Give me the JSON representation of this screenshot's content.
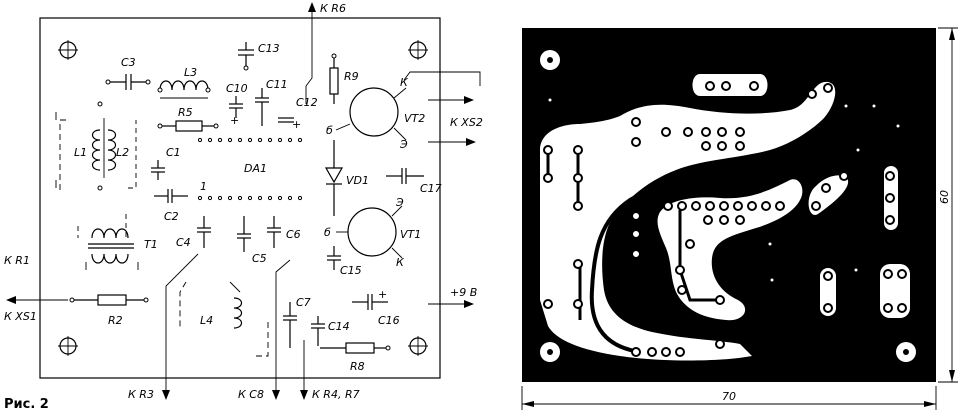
{
  "figure_caption": "Рис. 2",
  "assembly": {
    "components": [
      "C3",
      "C13",
      "L3",
      "C10",
      "C11",
      "C12",
      "R9",
      "VT2",
      "R5",
      "L1",
      "L2",
      "C1",
      "DA1",
      "C2",
      "C4",
      "C5",
      "C6",
      "T1",
      "VD1",
      "C17",
      "VT1",
      "C15",
      "L4",
      "C7",
      "C14",
      "C16",
      "R2",
      "R8"
    ],
    "pins": {
      "k_upper": "К",
      "e": "Э",
      "b": "б",
      "plus": "+",
      "one": "1"
    },
    "connections": {
      "r6": "К R6",
      "xs2": "К XS2",
      "r1": "К R1",
      "xs1": "К XS1",
      "v9": "+9 В",
      "r3": "К R3",
      "c8": "К С8",
      "r4r7": "К R4, R7"
    }
  },
  "pcb": {
    "dim_width": "70",
    "dim_height": "60"
  }
}
